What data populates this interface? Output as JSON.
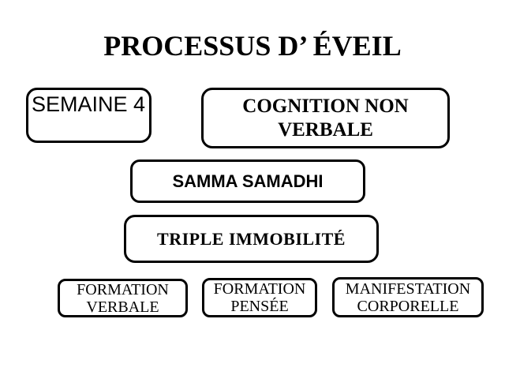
{
  "slide": {
    "title": "PROCESSUS D’ ÉVEIL",
    "background": "#ffffff",
    "text_color": "#000000",
    "border_color": "#000000"
  },
  "nodes": {
    "semaine": "SEMAINE 4",
    "cognition_non_verbale": "COGNITION NON\nVERBALE",
    "samma_samadhi": "SAMMA SAMADHI",
    "triple_immobilite": "TRIPLE IMMOBILITÉ",
    "formation_verbale": "FORMATION\nVERBALE",
    "formation_pensee": "FORMATION\nPENSÉE",
    "manifestation_corporelle": "MANIFESTATION\nCORPORELLE"
  }
}
